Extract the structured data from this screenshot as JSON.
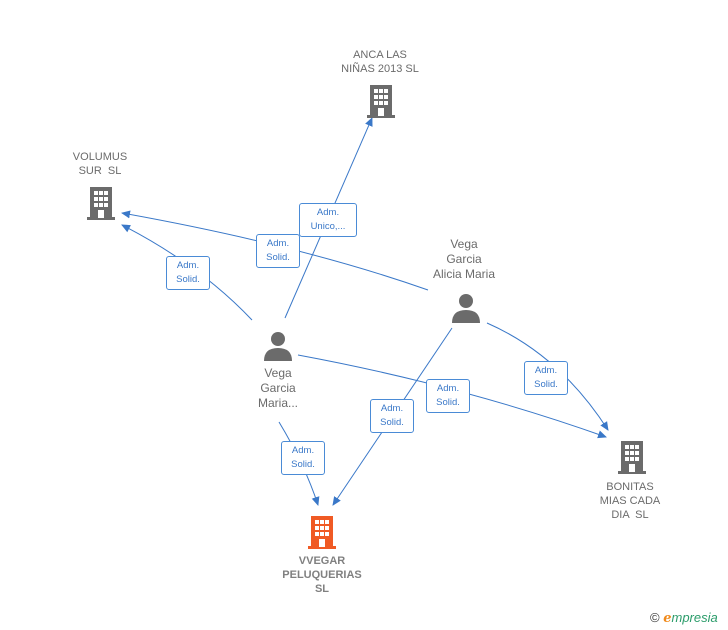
{
  "nodes": {
    "anca": {
      "lines": [
        "ANCA LAS",
        "NIÑAS 2013 SL"
      ],
      "icon": "building-icon"
    },
    "volumus": {
      "lines": [
        "VOLUMUS",
        "SUR  SL"
      ],
      "icon": "building-icon"
    },
    "bonitas": {
      "lines": [
        "BONITAS",
        "MIAS CADA",
        "DIA  SL"
      ],
      "icon": "building-icon"
    },
    "vvegar": {
      "lines": [
        "VVEGAR",
        "PELUQUERIAS",
        "SL"
      ],
      "icon": "building-icon",
      "color": "#f05a24"
    },
    "alicia": {
      "lines": [
        "Vega",
        "Garcia",
        "Alicia Maria"
      ],
      "icon": "person-icon"
    },
    "maria": {
      "lines": [
        "Vega",
        "Garcia",
        "Maria..."
      ],
      "icon": "person-icon"
    }
  },
  "badges": {
    "b1": [
      "Adm.",
      "Unico,..."
    ],
    "b2": [
      "Adm.",
      "Solid."
    ],
    "b3": [
      "Adm.",
      "Solid."
    ],
    "b4": [
      "Adm.",
      "Solid."
    ],
    "b5": [
      "Adm.",
      "Solid."
    ],
    "b6": [
      "Adm.",
      "Solid."
    ],
    "b7": [
      "Adm.",
      "Solid."
    ]
  },
  "colors": {
    "edge": "#3a78c8",
    "building": "#6b6b6b",
    "person": "#6b6b6b",
    "highlight": "#f05a24"
  },
  "brand": {
    "copyright": "©",
    "initial": "e",
    "rest": "mpresia"
  }
}
